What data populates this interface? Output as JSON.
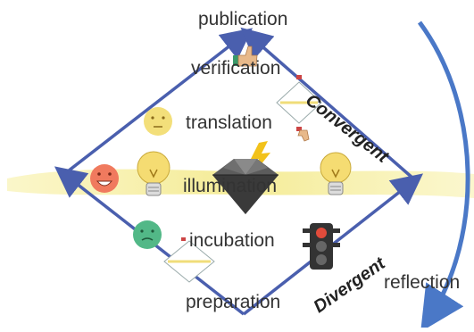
{
  "stages": {
    "publication": "publication",
    "verification": "verification",
    "translation": "translation",
    "illumination": "illumination",
    "incubation": "incubation",
    "preparation": "preparation",
    "reflection": "reflection"
  },
  "phases": {
    "convergent": "Convergent",
    "divergent": "Divergent"
  },
  "colors": {
    "diamond": "#4a5fae",
    "band": "#f3e98a",
    "arc": "#4a78c7",
    "bulb": "#f5dc72",
    "face_happy": "#f07a5e",
    "face_neutral": "#f3df7a",
    "face_sick": "#52b887",
    "text": "#333333"
  },
  "icons": [
    "lightbulb-icon",
    "diamond-icon",
    "lightning-icon",
    "happy-face-icon",
    "neutral-face-icon",
    "sick-face-icon",
    "traffic-light-icon",
    "thumbs-up-icon",
    "thumbs-down-icon",
    "mini-diagram-icon"
  ]
}
